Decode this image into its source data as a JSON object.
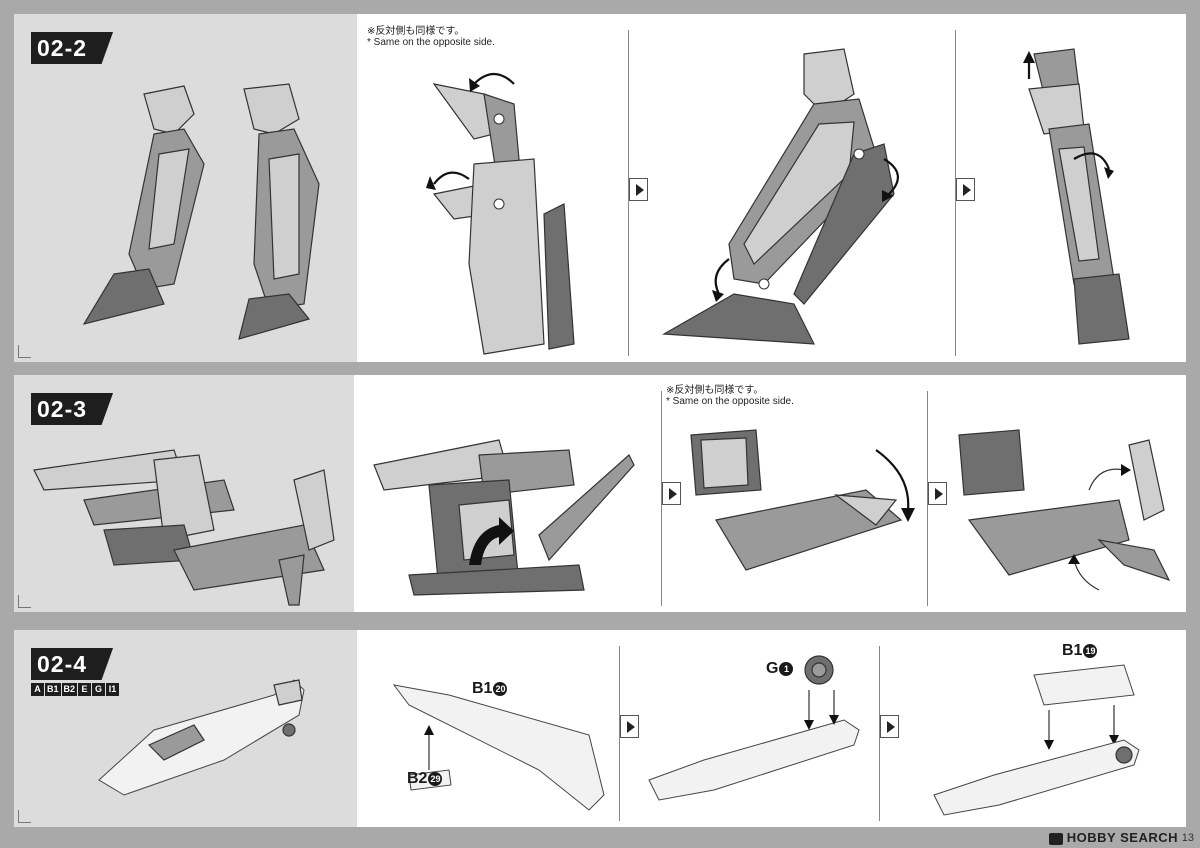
{
  "steps": [
    {
      "id": "02-2",
      "note_jp": "※反対側も同様です。",
      "note_en": "* Same on the opposite side."
    },
    {
      "id": "02-3",
      "note_jp": "※反対側も同様です。",
      "note_en": "* Same on the opposite side."
    },
    {
      "id": "02-4",
      "runners": [
        "A",
        "B1",
        "B2",
        "E",
        "G",
        "I1"
      ]
    }
  ],
  "parts": {
    "b1_20": {
      "runner": "B1",
      "number": "20"
    },
    "b2_29": {
      "runner": "B2",
      "number": "29"
    },
    "g_1": {
      "runner": "G",
      "number": "1"
    },
    "b1_19": {
      "runner": "B1",
      "number": "19"
    }
  },
  "footer": {
    "brand": "HOBBY SEARCH",
    "page": "13"
  },
  "colors": {
    "background": "#a9a9a9",
    "step_label": "#1e1e1e",
    "lead_panel": "#dcdcdc"
  }
}
